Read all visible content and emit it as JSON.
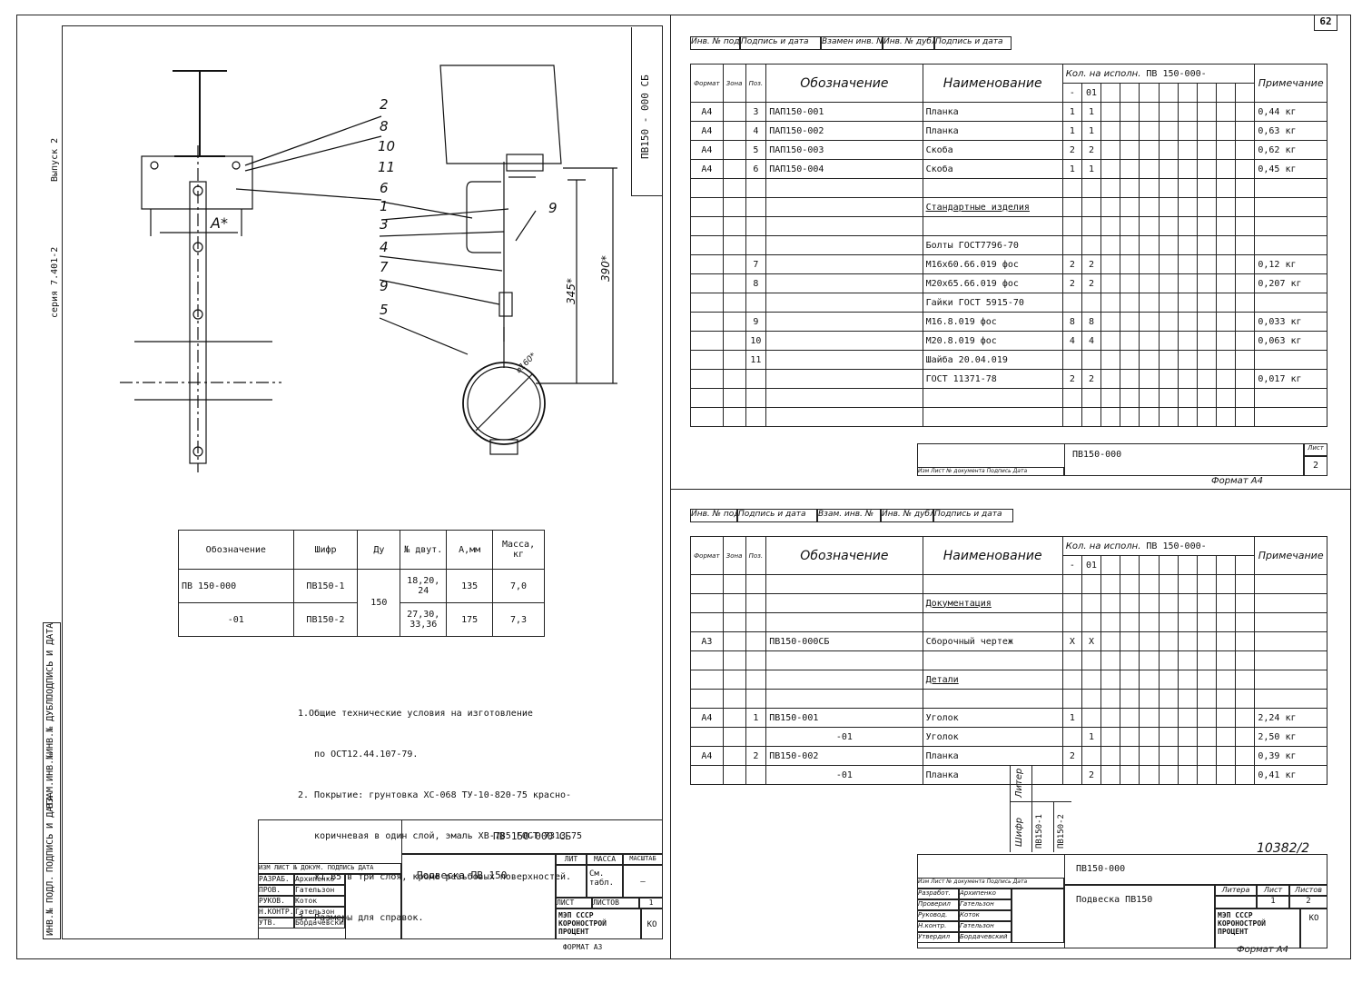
{
  "page_number": "62",
  "left_sheet": {
    "side_labels": {
      "vypusk": "Выпуск 2",
      "seriya": "серия 7.401-2"
    },
    "drawing_code": "ПВ150 - 000 СБ",
    "callouts": [
      "2",
      "8",
      "10",
      "11",
      "6",
      "1",
      "3",
      "9",
      "4",
      "7",
      "9",
      "5"
    ],
    "dim_a": "А*",
    "dim_345": "345*",
    "dim_390": "390*",
    "dim_diam": "⌀160*",
    "variant_table": {
      "headers": [
        "Обозначение",
        "Шифр",
        "Ду",
        "№ двут.",
        "А,мм",
        "Масса, кг"
      ],
      "rows": [
        {
          "oboz": "ПВ 150-000",
          "shifr": "ПВ150-1",
          "du": "150",
          "dvut": "18,20, 24",
          "a": "135",
          "mass": "7,0"
        },
        {
          "oboz": "-01",
          "shifr": "ПВ150-2",
          "du": "",
          "dvut": "27,30, 33,36",
          "a": "175",
          "mass": "7,3"
        }
      ]
    },
    "notes": [
      "1.Общие технические условия на изготовление",
      "   по ОСТ12.44.107-79.",
      "2. Покрытие: грунтовка ХС-068 ТУ-10-820-75 красно-",
      "   коричневая в один слой, эмаль ХВ-785 ГОСТ 7313-75",
      "   У1.В5 в три слоя, кроме резьбовых поверхностей.",
      "3. Размеры для справок."
    ],
    "side_strip": [
      "ИНВ.№ ПОДЛ.",
      "ПОДПИСЬ И ДАТА",
      "ВЗАМ.ИНВ.№",
      "ИНВ.№ ДУБЛ.",
      "ПОДПИСЬ И ДАТА"
    ],
    "stamp": {
      "code": "ПВ 150-000 СБ",
      "title": "Подвеска ПВ 150",
      "lit_header": "ЛИТ",
      "mass_header": "МАССА",
      "scale_header": "МАСШТАБ",
      "mass_val": "См. табл.",
      "scale_val": "–",
      "sheet_label": "ЛИСТ",
      "sheets_label": "ЛИСТОВ",
      "sheets_val": "1",
      "org": "МЭП СССР КОРОНОСТРОЙ ПРОЦЕНТ",
      "ko": "КО",
      "format": "ФОРМАТ А3",
      "col_headers": [
        "ИЗМ",
        "ЛИСТ",
        "№ ДОКУМ.",
        "ПОДПИСЬ",
        "ДАТА"
      ],
      "roles": [
        {
          "role": "РАЗРАБ.",
          "name": "Архипенко"
        },
        {
          "role": "ПРОВ.",
          "name": "Гательзон"
        },
        {
          "role": "РУКОВ.",
          "name": "Коток"
        },
        {
          "role": "Н.КОНТР.",
          "name": "Гательзон"
        },
        {
          "role": "УТВ.",
          "name": "Бордачевский"
        }
      ]
    }
  },
  "spec_top": {
    "header_strip": [
      "Инв. № подл.",
      "Подпись и дата",
      "Взамен инв. №",
      "Инв. № дубл.",
      "Подпись и дата"
    ],
    "col_format": "Формат",
    "col_zona": "Зона",
    "col_poz": "Поз.",
    "col_oboz": "Обозначение",
    "col_naim": "Наименование",
    "kol_header": "Кол. на исполн.",
    "kol_code": "ПВ 150-000-",
    "kol_subs": [
      "-",
      "01"
    ],
    "col_prim": "Примечание",
    "rows": [
      {
        "f": "А4",
        "p": "3",
        "o": "ПАП150-001",
        "n": "Планка",
        "k1": "1",
        "k2": "1",
        "pr": "0,44 кг"
      },
      {
        "f": "А4",
        "p": "4",
        "o": "ПАП150-002",
        "n": "Планка",
        "k1": "1",
        "k2": "1",
        "pr": "0,63 кг"
      },
      {
        "f": "А4",
        "p": "5",
        "o": "ПАП150-003",
        "n": "Скоба",
        "k1": "2",
        "k2": "2",
        "pr": "0,62 кг"
      },
      {
        "f": "А4",
        "p": "6",
        "o": "ПАП150-004",
        "n": "Скоба",
        "k1": "1",
        "k2": "1",
        "pr": "0,45 кг"
      },
      {
        "f": "",
        "p": "",
        "o": "",
        "n": "",
        "k1": "",
        "k2": "",
        "pr": ""
      },
      {
        "f": "",
        "p": "",
        "o": "",
        "n": "Стандартные изделия",
        "k1": "",
        "k2": "",
        "pr": "",
        "u": true
      },
      {
        "f": "",
        "p": "",
        "o": "",
        "n": "",
        "k1": "",
        "k2": "",
        "pr": ""
      },
      {
        "f": "",
        "p": "",
        "o": "",
        "n": "Болты ГОСТ7796-70",
        "k1": "",
        "k2": "",
        "pr": ""
      },
      {
        "f": "",
        "p": "7",
        "o": "",
        "n": "М16х60.66.019 фос",
        "k1": "2",
        "k2": "2",
        "pr": "0,12 кг"
      },
      {
        "f": "",
        "p": "8",
        "o": "",
        "n": "М20х65.66.019 фос",
        "k1": "2",
        "k2": "2",
        "pr": "0,207 кг"
      },
      {
        "f": "",
        "p": "",
        "o": "",
        "n": "Гайки ГОСТ 5915-70",
        "k1": "",
        "k2": "",
        "pr": ""
      },
      {
        "f": "",
        "p": "9",
        "o": "",
        "n": "М16.8.019 фос",
        "k1": "8",
        "k2": "8",
        "pr": "0,033 кг"
      },
      {
        "f": "",
        "p": "10",
        "o": "",
        "n": "М20.8.019 фос",
        "k1": "4",
        "k2": "4",
        "pr": "0,063 кг"
      },
      {
        "f": "",
        "p": "11",
        "o": "",
        "n": "Шайба 20.04.019",
        "k1": "",
        "k2": "",
        "pr": ""
      },
      {
        "f": "",
        "p": "",
        "o": "",
        "n": "ГОСТ 11371-78",
        "k1": "2",
        "k2": "2",
        "pr": "0,017 кг"
      },
      {
        "f": "",
        "p": "",
        "o": "",
        "n": "",
        "k1": "",
        "k2": "",
        "pr": ""
      },
      {
        "f": "",
        "p": "",
        "o": "",
        "n": "",
        "k1": "",
        "k2": "",
        "pr": ""
      }
    ],
    "stamp_code": "ПВ150-000",
    "stamp_sheet_label": "Лист",
    "stamp_sheet": "2",
    "stamp_cols": [
      "Изм",
      "Лист",
      "№ документа",
      "Подпись",
      "Дата"
    ],
    "format": "Формат А4"
  },
  "spec_bottom": {
    "header_strip": [
      "Инв. № подл.",
      "Подпись и дата",
      "Взам. инв. №",
      "Инв. № дубл.",
      "Подпись и дата"
    ],
    "col_format": "Формат",
    "col_zona": "Зона",
    "col_poz": "Поз.",
    "col_oboz": "Обозначение",
    "col_naim": "Наименование",
    "kol_header": "Кол. на исполн.",
    "kol_code": "ПВ 150-000-",
    "kol_subs": [
      "-",
      "01"
    ],
    "col_prim": "Примечание",
    "rows": [
      {
        "f": "",
        "p": "",
        "o": "",
        "n": "",
        "k1": "",
        "k2": "",
        "pr": ""
      },
      {
        "f": "",
        "p": "",
        "o": "",
        "n": "Документация",
        "k1": "",
        "k2": "",
        "pr": "",
        "u": true
      },
      {
        "f": "",
        "p": "",
        "o": "",
        "n": "",
        "k1": "",
        "k2": "",
        "pr": ""
      },
      {
        "f": "А3",
        "p": "",
        "o": "ПВ150-000СБ",
        "n": "Сборочный чертеж",
        "k1": "Х",
        "k2": "Х",
        "pr": ""
      },
      {
        "f": "",
        "p": "",
        "o": "",
        "n": "",
        "k1": "",
        "k2": "",
        "pr": ""
      },
      {
        "f": "",
        "p": "",
        "o": "",
        "n": "Детали",
        "k1": "",
        "k2": "",
        "pr": "",
        "u": true
      },
      {
        "f": "",
        "p": "",
        "o": "",
        "n": "",
        "k1": "",
        "k2": "",
        "pr": ""
      },
      {
        "f": "А4",
        "p": "1",
        "o": "ПВ150-001",
        "n": "Уголок",
        "k1": "1",
        "k2": "",
        "pr": "2,24 кг"
      },
      {
        "f": "",
        "p": "",
        "o": "-01",
        "n": "Уголок",
        "k1": "",
        "k2": "1",
        "pr": "2,50 кг"
      },
      {
        "f": "А4",
        "p": "2",
        "o": "ПВ150-002",
        "n": "Планка",
        "k1": "2",
        "k2": "",
        "pr": "0,39 кг"
      },
      {
        "f": "",
        "p": "",
        "o": "-01",
        "n": "Планка",
        "k1": "",
        "k2": "2",
        "pr": "0,41 кг"
      }
    ],
    "litera_label": "Литер",
    "shifr_label": "Шифр",
    "shifr_vals": [
      "ПВ150-1",
      "ПВ150-2"
    ],
    "handwritten": "10382/2",
    "stamp_code": "ПВ150-000",
    "stamp_title": "Подвеска ПВ150",
    "stamp_cols": [
      "Изм",
      "Лист",
      "№ документа",
      "Подпись",
      "Дата"
    ],
    "roles": [
      {
        "role": "Разработ.",
        "name": "Архипенко"
      },
      {
        "role": "Проверил",
        "name": "Гательзон"
      },
      {
        "role": "Руковод.",
        "name": "Коток"
      },
      {
        "role": "Н.контр.",
        "name": "Гательзон"
      },
      {
        "role": "Утвердил",
        "name": "Бордачевский"
      }
    ],
    "lit_label": "Литера",
    "sheet_label": "Лист",
    "sheets_label": "Листов",
    "sheet_val": "1",
    "sheets_val": "2",
    "org": "МЭП СССР КОРОНОСТРОЙ ПРОЦЕНТ",
    "ko": "КО",
    "format": "Формат А4"
  }
}
